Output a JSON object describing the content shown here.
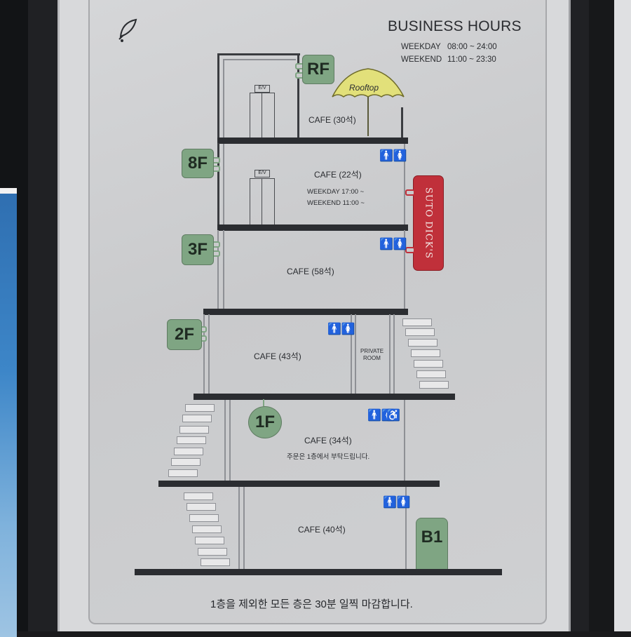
{
  "header": {
    "title": "BUSINESS HOURS",
    "hours": [
      {
        "label": "WEEKDAY",
        "time": "08:00 ~ 24:00"
      },
      {
        "label": "WEEKEND",
        "time": "11:00 ~ 23:30"
      }
    ]
  },
  "floors": {
    "rf": {
      "sign": "RF",
      "cafe": "CAFE (30석)",
      "rooftop": "Rooftop",
      "ev": "E/V"
    },
    "f8": {
      "sign": "8F",
      "cafe": "CAFE (22석)",
      "ev": "E/V",
      "weekday": "WEEKDAY   17:00 ~",
      "weekend": "WEEKEND   11:00 ~"
    },
    "f3": {
      "sign": "3F",
      "cafe": "CAFE (58석)"
    },
    "f2": {
      "sign": "2F",
      "cafe": "CAFE (43석)",
      "private_line1": "PRIVATE",
      "private_line2": "ROOM"
    },
    "f1": {
      "sign": "1F",
      "cafe": "CAFE (34석)",
      "note": "주문은 1층에서 부탁드립니다."
    },
    "b1": {
      "sign": "B1",
      "cafe": "CAFE (40석)"
    }
  },
  "side_sign": {
    "text": "SUTO DICK'S",
    "color": "#c0303a"
  },
  "footer": {
    "note": "1층을 제외한 모든 층은 30분 일찍 마감합니다."
  },
  "colors": {
    "sign_green": "#7fa583",
    "rooftop_yellow": "#e2e07a",
    "red_sign": "#c0303a"
  },
  "icons": {
    "restroom": "restroom-icon",
    "accessible": "wheelchair-icon",
    "logo": "rocket-logo-icon"
  }
}
